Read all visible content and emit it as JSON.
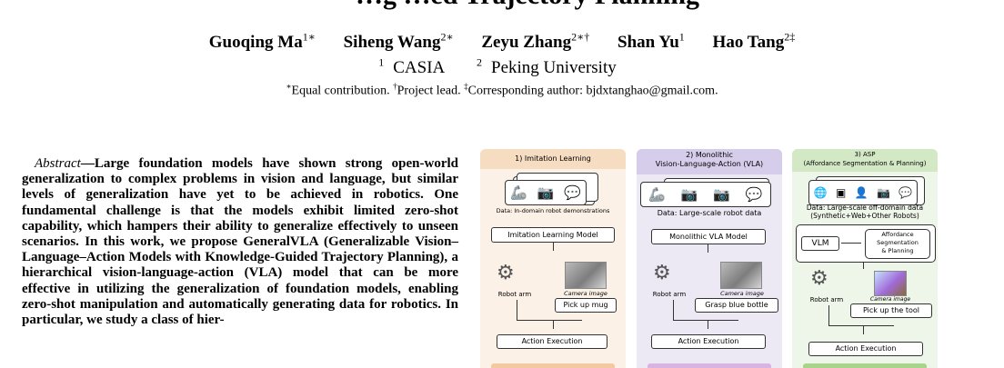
{
  "paper": {
    "title_fragment": "…g …ed Trajectory Planning",
    "authors": [
      {
        "name": "Guoqing Ma",
        "mark": "1∗"
      },
      {
        "name": "Siheng Wang",
        "mark": "2∗"
      },
      {
        "name": "Zeyu Zhang",
        "mark": "2∗†"
      },
      {
        "name": "Shan Yu",
        "mark": "1"
      },
      {
        "name": "Hao Tang",
        "mark": "2‡"
      }
    ],
    "affiliations": [
      {
        "mark": "1",
        "name": "CASIA"
      },
      {
        "mark": "2",
        "name": "Peking University"
      }
    ],
    "contrib_star": "∗",
    "contrib_equal": "Equal contribution. ",
    "contrib_dagger": "†",
    "contrib_lead": "Project lead. ",
    "contrib_ddagger": "‡",
    "contrib_corr": "Corresponding author: bjdxtanghao@gmail.com.",
    "abstract_lead": "Abstract",
    "abstract_body": "—Large foundation models have shown strong open-world generalization to complex problems in vision and language, but similar levels of generalization have yet to be achieved in robotics. One fundamental challenge is that the models exhibit limited zero-shot capability, which hampers their ability to generalize effectively to unseen scenarios. In this work, we propose GeneralVLA (Generalizable Vision–Language–Action Models with Knowledge-Guided Trajectory Planning), a hierarchical vision-language-action (VLA) model that can be more effective in utilizing the generalization of foundation models, enabling zero-shot manipulation and automatically generating data for robotics. In particular, we study a class of hier-"
  },
  "figure": {
    "panel1": {
      "title": "1) Imitation Learning",
      "data": "Data: In-domain robot demonstrations",
      "model": "Imitation Learning Model",
      "arm": "Robot arm",
      "cam": "Camera image",
      "instruction": "Pick up mug",
      "exec": "Action Execution"
    },
    "panel2": {
      "title1": "2) Monolithic",
      "title2": "Vision-Language-Action (VLA)",
      "data": "Data: Large-scale robot data",
      "model": "Monolithic VLA Model",
      "arm": "Robot arm",
      "cam": "Camera image",
      "instruction": "Grasp blue bottle",
      "exec": "Action Execution"
    },
    "panel3": {
      "title1": "3) ASP",
      "title2": "(Affordance Segmentation & Planning)",
      "data1": "Data: Large-scale off-domain data",
      "data2": "(Synthetic+Web+Other Robots)",
      "vlm": "VLM",
      "aff1": "Affordance",
      "aff2": "Segmentation",
      "aff3": "& Planning",
      "arm": "Robot arm",
      "cam": "Camera image",
      "instruction": "Pick up the tool",
      "exec": "Action Execution"
    }
  }
}
